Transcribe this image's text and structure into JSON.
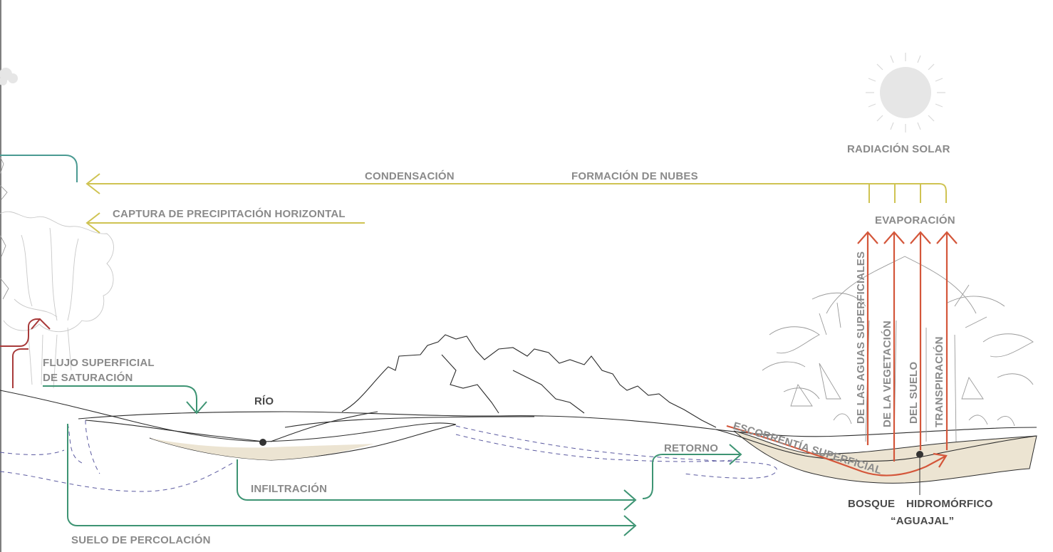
{
  "labels": {
    "solar_radiation": "RADIACIÓN SOLAR",
    "condensation": "CONDENSACIÓN",
    "cloud_formation": "FORMACIÓN DE NUBES",
    "horizontal_capture": "CAPTURA DE PRECIPITACIÓN HORIZONTAL",
    "evaporation": "EVAPORACIÓN",
    "surface_water": "DE LAS AGUAS SUPERFICIALES",
    "vegetation": "DE LA VEGETACIÓN",
    "soil": "DEL SUELO",
    "transpiration": "TRANSPIRACIÓN",
    "saturation_flow_1": "FLUJO SUPERFICIAL",
    "saturation_flow_2": "DE SATURACIÓN",
    "river": "RÍO",
    "return": "RETORNO",
    "runoff": "ESCORRENTÍA SUPERFICIAL",
    "infiltration": "INFILTRACIÓN",
    "percolation": "SUELO DE PERCOLACIÓN",
    "forest": "BOSQUE",
    "hydromorphic": "HIDROMÓRFICO",
    "aguajal": "“AGUAJAL”"
  },
  "colors": {
    "condensation_arrow": "#cfc352",
    "evaporation_arrow": "#d4563a",
    "flow_arrow": "#3d9473",
    "label_gray": "#8a8a8a"
  }
}
